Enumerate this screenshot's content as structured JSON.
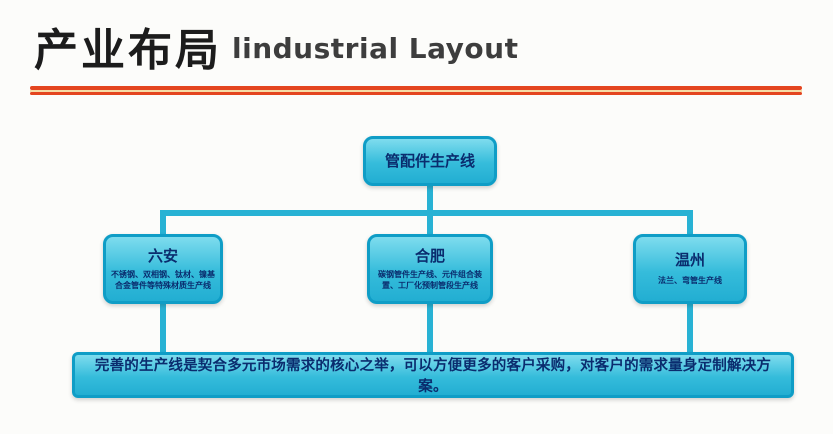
{
  "header": {
    "title_cn": "产业布局",
    "title_en": "lindustrial Layout"
  },
  "chart": {
    "root": {
      "label": "管配件生产线"
    },
    "nodes": [
      {
        "name": "六安",
        "desc": "不锈钢、双相钢、钛材、镍基合金管件等特殊材质生产线"
      },
      {
        "name": "合肥",
        "desc": "碳钢管件生产线、元件组合装置、工厂化预制管段生产线"
      },
      {
        "name": "温州",
        "desc": "法兰、弯管生产线"
      }
    ],
    "summary": "完善的生产线是契合多元市场需求的核心之举，可以方便更多的客户采购，对客户的需求量身定制解决方案。"
  },
  "colors": {
    "accent_cyan": "#2cb6d8",
    "border_teal": "#0f9dc6",
    "text_navy": "#0a2c6e",
    "divider_red": "#e4451f"
  }
}
